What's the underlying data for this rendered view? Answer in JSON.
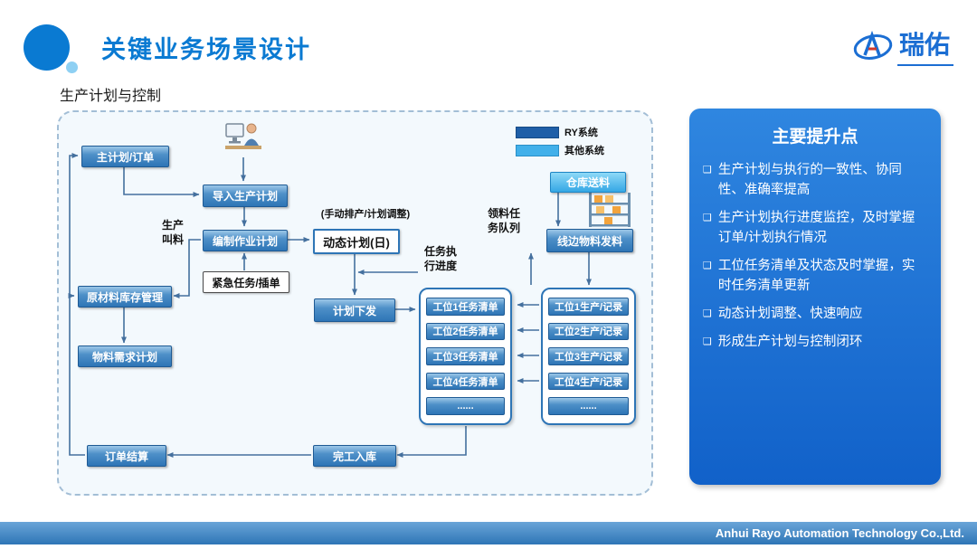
{
  "colors": {
    "accent_blue": "#0a7ad2",
    "box_blue_dark": "#2e75b6",
    "box_blue_light": "#41b0ea",
    "panel_blue": "#1f6fd6",
    "legend_ry": "#1f5fa8",
    "legend_other": "#41b0ea"
  },
  "header": {
    "title": "关键业务场景设计",
    "subtitle": "生产计划与控制",
    "brand_text": "瑞佑"
  },
  "diagram": {
    "legend": {
      "ry_label": "RY系统",
      "other_label": "其他系统"
    },
    "nodes": {
      "master_plan": "主计划/订单",
      "import_plan": "导入生产计划",
      "compile_plan": "编制作业计划",
      "urgent_insert": "紧急任务/插单",
      "dynamic_plan": "动态计划(日)",
      "plan_release": "计划下发",
      "raw_material_inventory": "原材料库存管理",
      "material_requirement": "物料需求计划",
      "order_settlement": "订单结算",
      "finished_warehousing": "完工入库",
      "warehouse_delivery": "仓库送料",
      "lineside_material_issue": "线边物料发料"
    },
    "labels": {
      "manual_adjust": "(手动排产/计划调整)",
      "production_call_line1": "生产",
      "production_call_line2": "叫料",
      "task_progress_line1": "任务执",
      "task_progress_line2": "行进度",
      "picking_queue_line1": "领料任",
      "picking_queue_line2": "务队列"
    },
    "task_list_items": [
      "工位1任务清单",
      "工位2任务清单",
      "工位3任务清单",
      "工位4任务清单",
      "......"
    ],
    "production_record_items": [
      "工位1生产/记录",
      "工位2生产/记录",
      "工位3生产/记录",
      "工位4生产/记录",
      "......"
    ]
  },
  "panel": {
    "title": "主要提升点",
    "bullet_char": "❑",
    "bullets": [
      "生产计划与执行的一致性、协同性、准确率提高",
      "生产计划执行进度监控，及时掌握订单/计划执行情况",
      "工位任务清单及状态及时掌握，实时任务清单更新",
      "动态计划调整、快速响应",
      "形成生产计划与控制闭环"
    ]
  },
  "footer": {
    "company": "Anhui Rayo Automation Technology Co.,Ltd."
  }
}
